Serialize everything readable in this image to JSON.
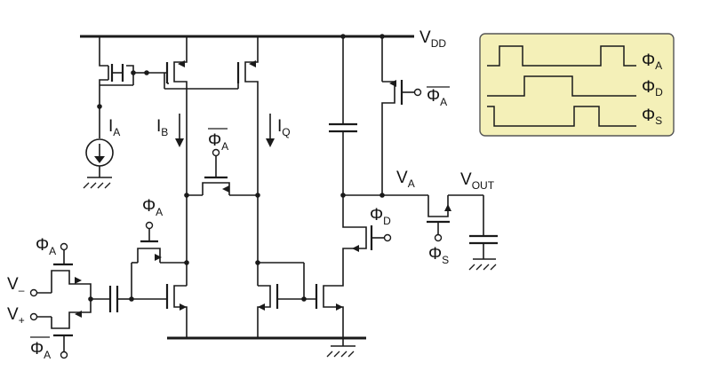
{
  "labels": {
    "vdd": {
      "main": "V",
      "sub": "DD"
    },
    "ia": {
      "main": "I",
      "sub": "A"
    },
    "ib": {
      "main": "I",
      "sub": "B"
    },
    "iq": {
      "main": "I",
      "sub": "Q"
    },
    "va": {
      "main": "V",
      "sub": "A"
    },
    "vout": {
      "main": "V",
      "sub": "OUT"
    },
    "vminus": {
      "main": "V",
      "sub": "–"
    },
    "vplus": {
      "main": "V",
      "sub": "+"
    },
    "phi_a_top": {
      "main": "Φ",
      "sub": "A"
    },
    "phi_a_bar_center": {
      "main": "Φ",
      "sub": "A"
    },
    "phi_a_bar_right": {
      "main": "Φ",
      "sub": "A"
    },
    "phi_a_mid": {
      "main": "Φ",
      "sub": "A"
    },
    "phi_a_left": {
      "main": "Φ",
      "sub": "A"
    },
    "phi_a_bar_left": {
      "main": "Φ",
      "sub": "A"
    },
    "phi_d": {
      "main": "Φ",
      "sub": "D"
    },
    "phi_s": {
      "main": "Φ",
      "sub": "S"
    }
  },
  "timing": {
    "background": "#f4f0b8",
    "border": "#555555",
    "rows": [
      {
        "main": "Φ",
        "sub": "A"
      },
      {
        "main": "Φ",
        "sub": "D"
      },
      {
        "main": "Φ",
        "sub": "S"
      }
    ]
  }
}
